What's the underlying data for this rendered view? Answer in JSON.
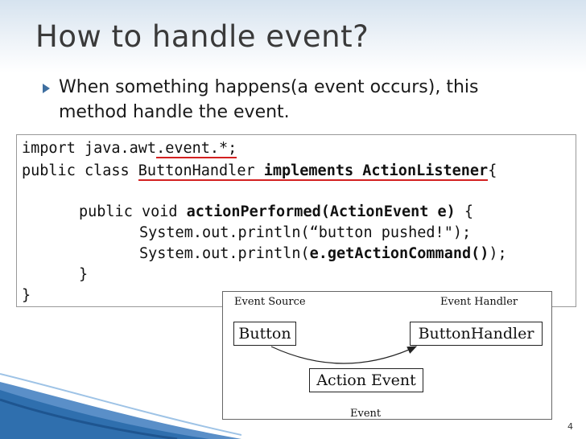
{
  "slide": {
    "title": "How to handle event?",
    "bullet": "When something happens(a event occurs), this method handle the event.",
    "page_number": "4"
  },
  "code": {
    "line1_a": "import java.awt",
    "line1_b": ".event.*;",
    "line2_a": "public class ",
    "line2_b": "ButtonHandler ",
    "line2_c": "implements ActionListener",
    "line2_d": "{",
    "line3_a": "public void ",
    "line3_b": "actionPerformed(ActionEvent e)",
    "line3_c": " {",
    "line4": "System.out.println(“button pushed!\");",
    "line5_a": "System.out.println(",
    "line5_b": "e.getActionCommand()",
    "line5_c": ");",
    "line6": "}",
    "line7": "}"
  },
  "diagram": {
    "source_label": "Event Source",
    "handler_label": "Event Handler",
    "button_box": "Button",
    "handler_box": "ButtonHandler",
    "action_box": "Action Event",
    "event_label": "Event"
  },
  "colors": {
    "underline": "#d32020",
    "bullet": "#3f6fa0",
    "wave": "#3f7fbf"
  }
}
